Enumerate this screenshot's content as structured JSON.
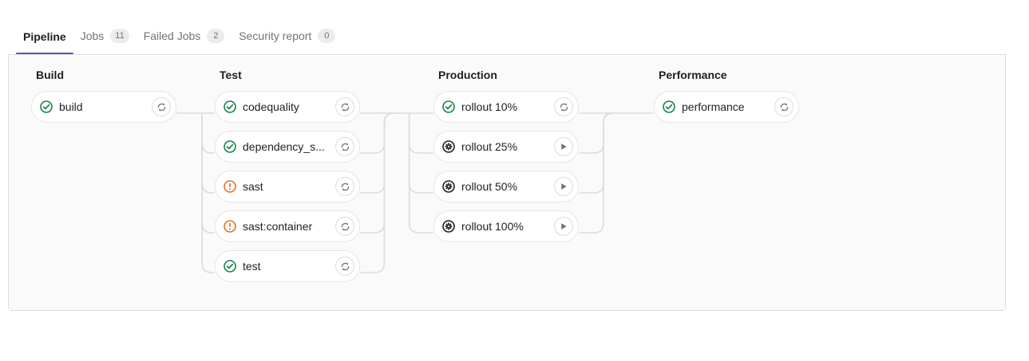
{
  "tabs": [
    {
      "label": "Pipeline",
      "badge": null,
      "active": true,
      "name": "tab-pipeline"
    },
    {
      "label": "Jobs",
      "badge": "11",
      "active": false,
      "name": "tab-jobs"
    },
    {
      "label": "Failed Jobs",
      "badge": "2",
      "active": false,
      "name": "tab-failed-jobs"
    },
    {
      "label": "Security report",
      "badge": "0",
      "active": false,
      "name": "tab-security-report"
    }
  ],
  "colors": {
    "accent": "#6e49cb",
    "success": "#108548",
    "warning": "#e17223",
    "manual": "#1f1e24",
    "play": "#737278",
    "connector": "#dcdcde",
    "panel_bg": "#fafafa",
    "card_border": "#e6e6e8"
  },
  "stages": [
    {
      "title": "Build",
      "jobs": [
        {
          "name": "build",
          "status": "success",
          "action": "retry"
        }
      ]
    },
    {
      "title": "Test",
      "jobs": [
        {
          "name": "codequality",
          "status": "success",
          "action": "retry"
        },
        {
          "name": "dependency_s...",
          "status": "success",
          "action": "retry"
        },
        {
          "name": "sast",
          "status": "warning",
          "action": "retry"
        },
        {
          "name": "sast:container",
          "status": "warning",
          "action": "retry"
        },
        {
          "name": "test",
          "status": "success",
          "action": "retry"
        }
      ]
    },
    {
      "title": "Production",
      "jobs": [
        {
          "name": "rollout 10%",
          "status": "success",
          "action": "retry"
        },
        {
          "name": "rollout 25%",
          "status": "manual",
          "action": "play"
        },
        {
          "name": "rollout 50%",
          "status": "manual",
          "action": "play"
        },
        {
          "name": "rollout 100%",
          "status": "manual",
          "action": "play"
        }
      ]
    },
    {
      "title": "Performance",
      "jobs": [
        {
          "name": "performance",
          "status": "success",
          "action": "retry"
        }
      ]
    }
  ],
  "icon_names": {
    "success": "status-success-icon",
    "warning": "status-warning-icon",
    "manual": "status-manual-icon",
    "retry": "retry-icon",
    "play": "play-icon"
  }
}
